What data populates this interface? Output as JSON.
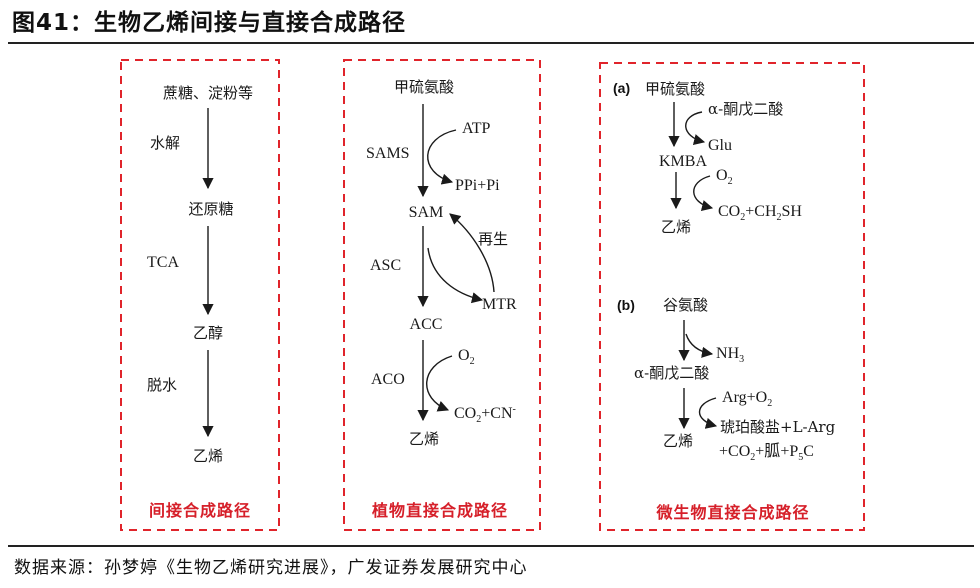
{
  "figure": {
    "title": "图41：生物乙烯间接与直接合成路径",
    "source": "数据来源：孙梦婷《生物乙烯研究进展》，广发证券发展研究中心"
  },
  "panel_indirect": {
    "caption": "间接合成路径",
    "nodes": [
      "蔗糖、淀粉等",
      "还原糖",
      "乙醇",
      "乙烯"
    ],
    "steps": [
      "水解",
      "TCA",
      "脱水"
    ]
  },
  "panel_plant": {
    "caption": "植物直接合成路径",
    "nodes": [
      "甲硫氨酸",
      "SAM",
      "ACC",
      "乙烯"
    ],
    "enzymes": [
      "SAMS",
      "ASC",
      "ACO"
    ],
    "side_inputs": [
      "ATP",
      "O2"
    ],
    "side_outputs": [
      "PPi+Pi",
      "MTR",
      "CO2+CN-"
    ],
    "regeneration": "再生"
  },
  "panel_microbe": {
    "caption": "微生物直接合成路径",
    "a": {
      "tag": "(a)",
      "start": "甲硫氨酸",
      "cosubstrate": "α-酮戊二酸",
      "byproduct": "Glu",
      "intermediate": "KMBA",
      "input": "O2",
      "output": "CO2+CH2SH",
      "product": "乙烯"
    },
    "b": {
      "tag": "(b)",
      "start": "谷氨酸",
      "byproduct": "NH3",
      "intermediate": "α-酮戊二酸",
      "input": "Arg+O2",
      "output_1": "琥珀酸盐+L-Arg",
      "output_2": "+CO2+胍+P5C",
      "product": "乙烯"
    }
  }
}
